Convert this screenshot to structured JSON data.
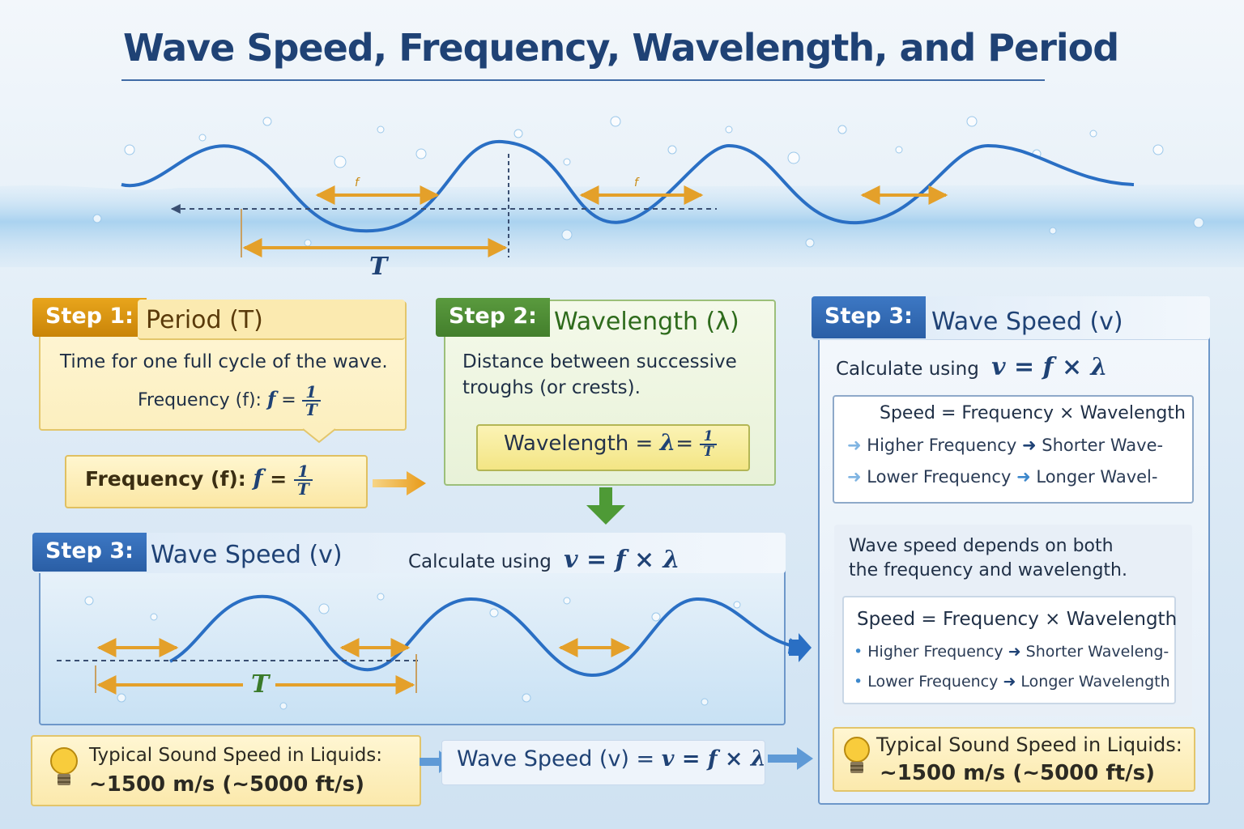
{
  "title": "Wave Speed, Frequency, Wavelength, and Period",
  "top_diagram": {
    "period_label": "T",
    "freq_marker": "f"
  },
  "step1": {
    "tag": "Step 1:",
    "heading": "Period (T)",
    "description": "Time for one full cycle of the wave.",
    "formula_prefix": "Frequency (f):",
    "formula_lhs": "f",
    "formula_eq": "=",
    "frac_num": "1",
    "frac_den": "T",
    "color": "#e0a01e"
  },
  "freq_box": {
    "prefix": "Frequency (f):",
    "lhs": "f",
    "eq": "=",
    "frac_num": "1",
    "frac_den": "T"
  },
  "step2": {
    "tag": "Step 2:",
    "heading": "Wavelength (λ)",
    "desc_line1": "Distance between successive",
    "desc_line2": "troughs (or crests).",
    "formula_prefix": "Wavelength =",
    "formula_lhs": "λ",
    "formula_eq": "=",
    "frac_num": "1",
    "frac_den": "T",
    "color": "#4f8f35"
  },
  "step3_left": {
    "tag": "Step 3:",
    "heading": "Wave Speed (v)",
    "calc_prefix": "Calculate using",
    "calc_formula": "v = f × λ",
    "period_label": "T",
    "color": "#2f66b0"
  },
  "step3_right": {
    "tag": "Step 3:",
    "heading": "Wave Speed (v)",
    "calc_prefix": "Calculate using",
    "calc_formula": "v = f × λ",
    "box1": {
      "title": "Speed = Frequency × Wavelength",
      "row1_left": "Higher Frequency",
      "row1_right": "Shorter Wave-",
      "row2_left": "Lower Frequency",
      "row2_right": "Longer Wavel-"
    },
    "note_line1": "Wave speed depends on both",
    "note_line2": "the frequency and wavelength.",
    "box2": {
      "title": "Speed = Frequency × Wavelength",
      "row1_left": "Higher Frequency",
      "row1_right": "Shorter Waveleng-",
      "row2_left": "Lower Frequency",
      "row2_right": "Longer Wavelength"
    }
  },
  "bottom": {
    "sound_line1": "Typical Sound Speed in Liquids:",
    "sound_line2": "~1500 m/s (~5000 ft/s)",
    "middle_label": "Wave Speed (v) =",
    "middle_formula": "v = f × λ",
    "right_line1": "Typical Sound Speed in Liquids:",
    "right_line2": "~1500 m/s (~5000 ft/s)"
  },
  "icons": [
    "lightbulb-icon",
    "arrow-right-icon",
    "arrow-down-icon"
  ],
  "colors": {
    "title": "#1f4275",
    "wave": "#2a6fc4",
    "arrow": "#e4a02a",
    "accent_blue": "#2f66b0"
  }
}
